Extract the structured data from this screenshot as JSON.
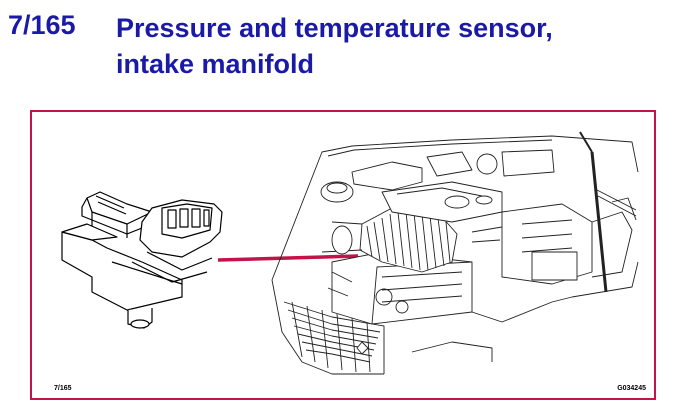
{
  "header": {
    "number": "7/165",
    "title_line1": "Pressure and temperature sensor,",
    "title_line2": "intake manifold"
  },
  "figure": {
    "figure_number": "7/165",
    "image_code": "G034245",
    "callout_color": "#c4124a",
    "frame_color": "#c4124a"
  }
}
